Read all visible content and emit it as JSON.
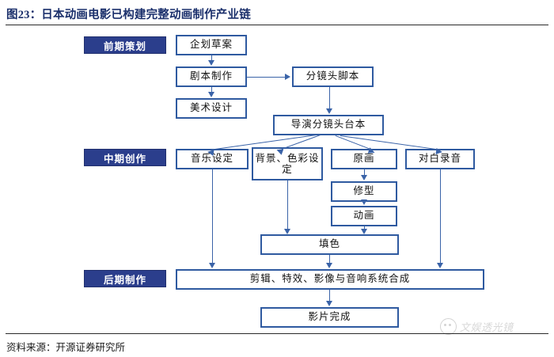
{
  "header": {
    "title": "图23：日本动画电影已构建完整动画制作产业链"
  },
  "footer": {
    "source": "资料来源：开源证券研究所"
  },
  "watermark": {
    "text": "文娱透光镜",
    "logo_icon": "wechat-smiley-icon"
  },
  "colors": {
    "title_navy": "#1a2f6b",
    "stage_fill": "#2b3e8c",
    "node_border": "#2f5aa0",
    "connector": "#3a63a8",
    "rule": "#2a2a2a"
  },
  "diagram": {
    "stages": [
      {
        "id": "pre",
        "label": "前期策划"
      },
      {
        "id": "mid",
        "label": "中期创作"
      },
      {
        "id": "post",
        "label": "后期制作"
      }
    ],
    "nodes": [
      {
        "id": "planning_draft",
        "label": "企划草案",
        "stage": "pre"
      },
      {
        "id": "script",
        "label": "剧本制作",
        "stage": "pre"
      },
      {
        "id": "art_design",
        "label": "美术设计",
        "stage": "pre"
      },
      {
        "id": "storyboard",
        "label": "分镜头脚本",
        "stage": "pre"
      },
      {
        "id": "director_board",
        "label": "导演分镜头台本",
        "stage": "pre"
      },
      {
        "id": "music",
        "label": "音乐设定",
        "stage": "mid"
      },
      {
        "id": "bg_color",
        "label": "背景、色彩设定",
        "stage": "mid"
      },
      {
        "id": "key_anim",
        "label": "原画",
        "stage": "mid"
      },
      {
        "id": "cleanup",
        "label": "修型",
        "stage": "mid"
      },
      {
        "id": "animation",
        "label": "动画",
        "stage": "mid"
      },
      {
        "id": "dialogue_rec",
        "label": "对白录音",
        "stage": "mid"
      },
      {
        "id": "colorfill",
        "label": "填色",
        "stage": "mid"
      },
      {
        "id": "composite",
        "label": "剪辑、特效、影像与音响系统合成",
        "stage": "post"
      },
      {
        "id": "finished_film",
        "label": "影片完成",
        "stage": "post"
      }
    ],
    "edges": [
      {
        "from": "planning_draft",
        "to": "script"
      },
      {
        "from": "script",
        "to": "art_design"
      },
      {
        "from": "script",
        "to": "storyboard"
      },
      {
        "from": "storyboard",
        "to": "director_board"
      },
      {
        "from": "director_board",
        "to": "music"
      },
      {
        "from": "director_board",
        "to": "bg_color"
      },
      {
        "from": "director_board",
        "to": "key_anim"
      },
      {
        "from": "director_board",
        "to": "dialogue_rec"
      },
      {
        "from": "key_anim",
        "to": "cleanup"
      },
      {
        "from": "cleanup",
        "to": "animation"
      },
      {
        "from": "bg_color",
        "to": "colorfill"
      },
      {
        "from": "animation",
        "to": "colorfill"
      },
      {
        "from": "music",
        "to": "composite"
      },
      {
        "from": "colorfill",
        "to": "composite"
      },
      {
        "from": "dialogue_rec",
        "to": "composite"
      },
      {
        "from": "composite",
        "to": "finished_film"
      }
    ]
  }
}
